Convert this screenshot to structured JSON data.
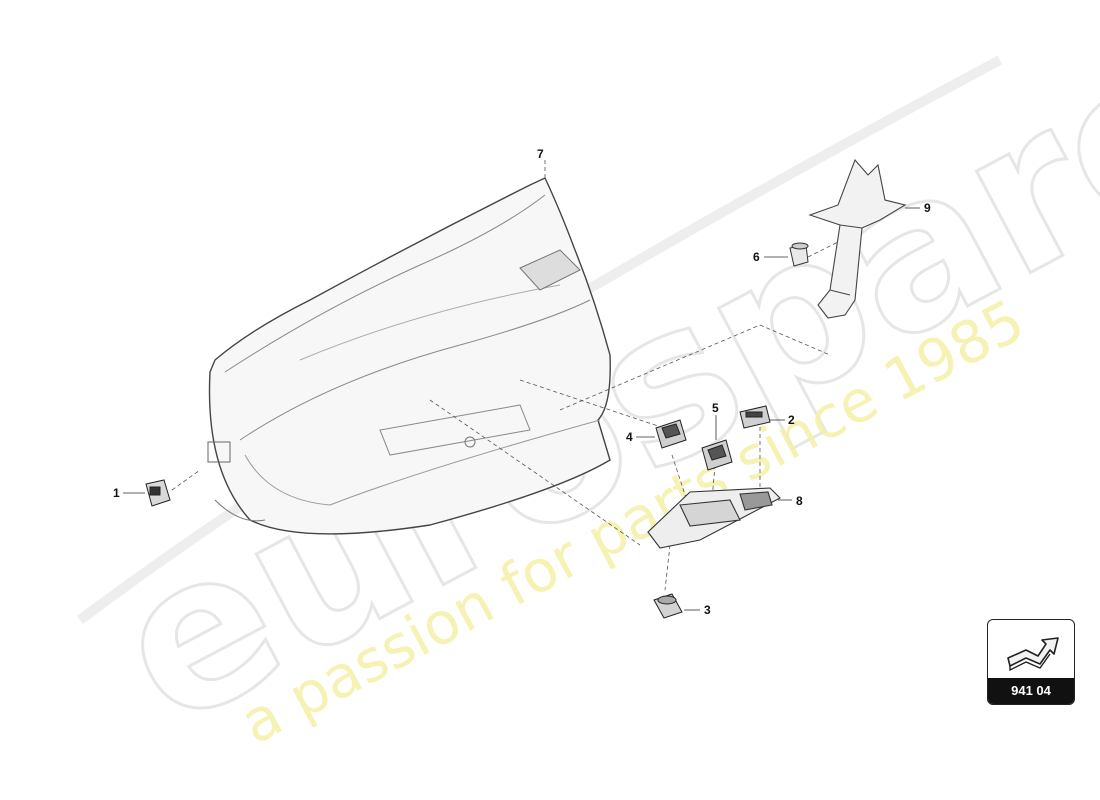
{
  "watermark": {
    "brand": "eurospares",
    "tagline": "a passion for parts since 1985"
  },
  "callouts": {
    "c1": "1",
    "c2": "2",
    "c3": "3",
    "c4": "4",
    "c5": "5",
    "c6": "6",
    "c7": "7",
    "c8": "8",
    "c9": "9"
  },
  "badge": {
    "code": "941 04",
    "icon": "arrow-icon"
  }
}
